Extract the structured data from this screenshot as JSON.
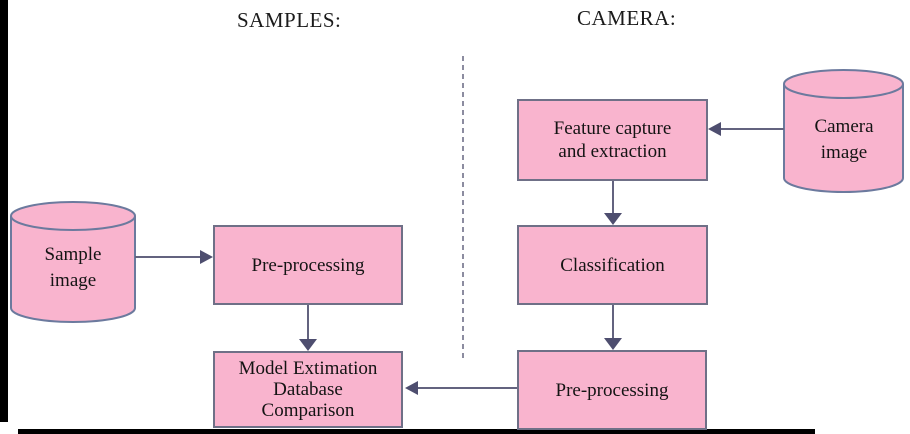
{
  "titles": {
    "samples": "SAMPLES:",
    "camera": "CAMERA:"
  },
  "nodes": {
    "sample_image": {
      "shape": "cylinder",
      "line1": "Sample",
      "line2": "image"
    },
    "pre_processing_left": {
      "shape": "box",
      "label": "Pre-processing"
    },
    "model_comparison": {
      "shape": "box",
      "line1": "Model Extimation",
      "line2": "Database",
      "line3": "Comparison"
    },
    "feature_capture": {
      "shape": "box",
      "line1": "Feature capture",
      "line2": "and extraction"
    },
    "classification": {
      "shape": "box",
      "label": "Classification"
    },
    "pre_processing_right": {
      "shape": "box",
      "label": "Pre-processing"
    },
    "camera_image": {
      "shape": "cylinder",
      "line1": "Camera",
      "line2": "image"
    }
  },
  "edges": [
    {
      "from": "sample_image",
      "to": "pre_processing_left"
    },
    {
      "from": "pre_processing_left",
      "to": "model_comparison"
    },
    {
      "from": "camera_image",
      "to": "feature_capture"
    },
    {
      "from": "feature_capture",
      "to": "classification"
    },
    {
      "from": "classification",
      "to": "pre_processing_right"
    },
    {
      "from": "pre_processing_right",
      "to": "model_comparison"
    }
  ],
  "colors": {
    "node_fill": "#f9b4ce",
    "box_border": "#6f7087",
    "cylinder_border": "#6c7a9e",
    "arrow_line": "#63637f",
    "arrow_head": "#4e4e6f",
    "divider": "#8c8ca0",
    "edge_bars": "#000000"
  }
}
